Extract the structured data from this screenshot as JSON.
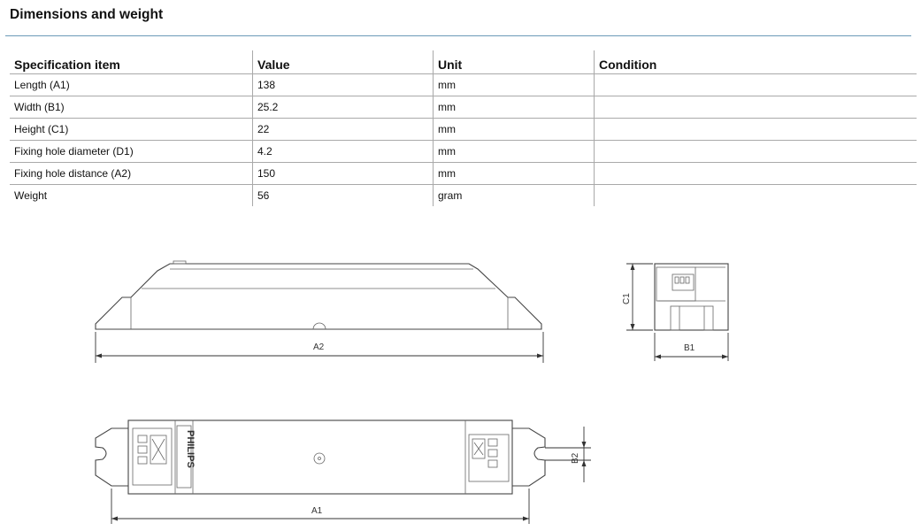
{
  "section": {
    "title": "Dimensions and weight"
  },
  "table": {
    "headers": [
      "Specification item",
      "Value",
      "Unit",
      "Condition"
    ],
    "rows": [
      [
        "Length (A1)",
        "138",
        "mm",
        ""
      ],
      [
        "Width (B1)",
        "25.2",
        "mm",
        ""
      ],
      [
        "Height (C1)",
        "22",
        "mm",
        ""
      ],
      [
        "Fixing hole diameter (D1)",
        "4.2",
        "mm",
        ""
      ],
      [
        "Fixing hole distance (A2)",
        "150",
        "mm",
        ""
      ],
      [
        "Weight",
        "56",
        "gram",
        ""
      ]
    ]
  },
  "drawing": {
    "labels": {
      "a2": "A2",
      "a1": "A1",
      "b1": "B1",
      "b2": "B2",
      "c1": "C1"
    },
    "brand_text": "PHILIPS"
  }
}
